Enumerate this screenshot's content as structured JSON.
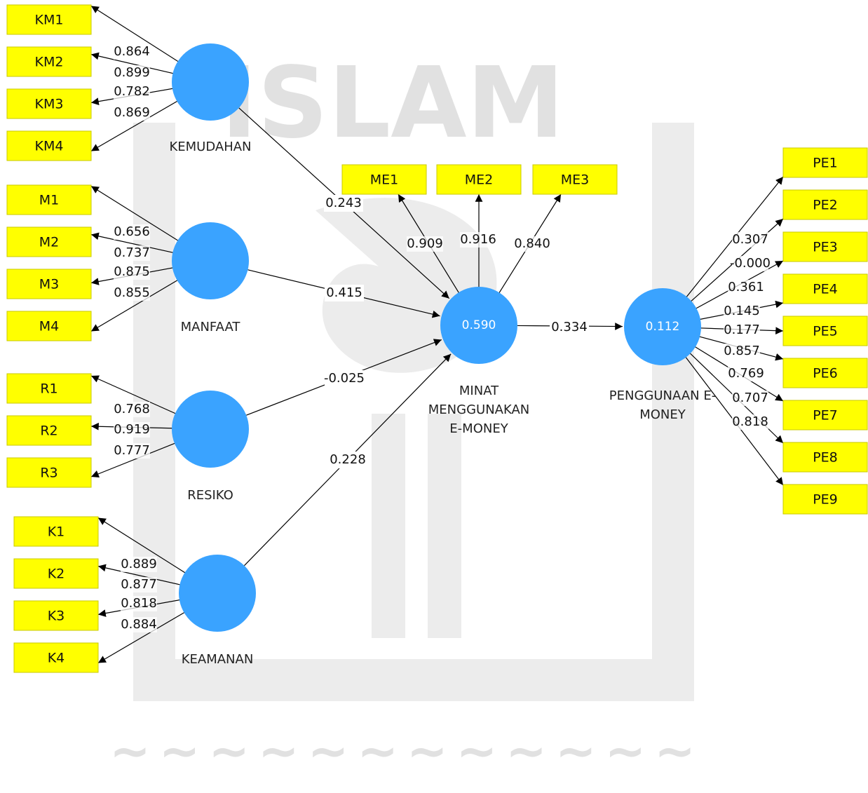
{
  "latent_variables": {
    "kemudahan": {
      "name": "KEMUDAHAN",
      "value": ""
    },
    "manfaat": {
      "name": "MANFAAT",
      "value": ""
    },
    "resiko": {
      "name": "RESIKO",
      "value": ""
    },
    "keamanan": {
      "name": "KEAMANAN",
      "value": ""
    },
    "minat": {
      "name_lines": [
        "MINAT",
        "MENGGUNAKAN",
        "E-MONEY"
      ],
      "value": "0.590"
    },
    "penggunaan": {
      "name_lines": [
        "PENGGUNAAN E-",
        "MONEY"
      ],
      "value": "0.112"
    }
  },
  "indicators": {
    "kemudahan": [
      {
        "label": "KM1",
        "loading": "0.864"
      },
      {
        "label": "KM2",
        "loading": "0.899"
      },
      {
        "label": "KM3",
        "loading": "0.782"
      },
      {
        "label": "KM4",
        "loading": "0.869"
      }
    ],
    "manfaat": [
      {
        "label": "M1",
        "loading": "0.656"
      },
      {
        "label": "M2",
        "loading": "0.737"
      },
      {
        "label": "M3",
        "loading": "0.875"
      },
      {
        "label": "M4",
        "loading": "0.855"
      }
    ],
    "resiko": [
      {
        "label": "R1",
        "loading": "0.768"
      },
      {
        "label": "R2",
        "loading": "0.919"
      },
      {
        "label": "R3",
        "loading": "0.777"
      }
    ],
    "keamanan": [
      {
        "label": "K1",
        "loading": "0.889"
      },
      {
        "label": "K2",
        "loading": "0.877"
      },
      {
        "label": "K3",
        "loading": "0.818"
      },
      {
        "label": "K4",
        "loading": "0.884"
      }
    ],
    "minat": [
      {
        "label": "ME1",
        "loading": "0.909"
      },
      {
        "label": "ME2",
        "loading": "0.916"
      },
      {
        "label": "ME3",
        "loading": "0.840"
      }
    ],
    "penggunaan": [
      {
        "label": "PE1",
        "loading": "0.307"
      },
      {
        "label": "PE2",
        "loading": "-0.000"
      },
      {
        "label": "PE3",
        "loading": "0.361"
      },
      {
        "label": "PE4",
        "loading": "0.145"
      },
      {
        "label": "PE5",
        "loading": "0.177"
      },
      {
        "label": "PE6",
        "loading": "0.857"
      },
      {
        "label": "PE7",
        "loading": "0.769"
      },
      {
        "label": "PE8",
        "loading": "0.707"
      },
      {
        "label": "PE9",
        "loading": "0.818"
      }
    ]
  },
  "paths": {
    "kemudahan_minat": "0.243",
    "manfaat_minat": "0.415",
    "resiko_minat": "-0.025",
    "keamanan_minat": "0.228",
    "minat_penggunaan": "0.334"
  },
  "colors": {
    "indicator_fill": "#ffff00",
    "latent_fill": "#3aa3ff",
    "watermark": "#bdbdbd"
  }
}
